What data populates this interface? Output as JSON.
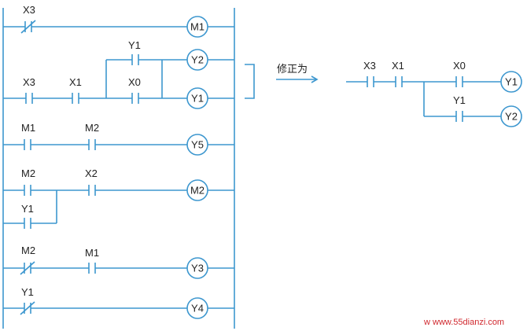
{
  "left_diagram": {
    "rungs": [
      {
        "contacts": [
          {
            "label": "X3",
            "type": "NC"
          }
        ],
        "coil": "M1"
      },
      {
        "contacts": [
          {
            "label": "Y1",
            "type": "NO"
          }
        ],
        "coil": "Y2"
      },
      {
        "contacts": [
          {
            "label": "X3",
            "type": "NO"
          },
          {
            "label": "X1",
            "type": "NO"
          },
          {
            "label": "X0",
            "type": "NO"
          }
        ],
        "coil": "Y1"
      },
      {
        "contacts": [
          {
            "label": "M1",
            "type": "NO"
          },
          {
            "label": "M2",
            "type": "NO"
          }
        ],
        "coil": "Y5"
      },
      {
        "contacts": [
          {
            "label": "M2",
            "type": "NO"
          },
          {
            "label": "X2",
            "type": "NO"
          }
        ],
        "coil": "M2"
      },
      {
        "contacts": [
          {
            "label": "Y1",
            "type": "NO"
          }
        ],
        "coil": ""
      },
      {
        "contacts": [
          {
            "label": "M2",
            "type": "NC"
          },
          {
            "label": "M1",
            "type": "NO"
          }
        ],
        "coil": "Y3"
      },
      {
        "contacts": [
          {
            "label": "Y1",
            "type": "NC"
          }
        ],
        "coil": "Y4"
      }
    ]
  },
  "arrow_label": "修正为",
  "right_diagram": {
    "contacts": [
      {
        "label": "X3",
        "type": "NO"
      },
      {
        "label": "X1",
        "type": "NO"
      },
      {
        "label": "X0",
        "type": "NO"
      },
      {
        "label": "Y1",
        "type": "NO"
      }
    ],
    "coils": [
      "Y1",
      "Y2"
    ]
  },
  "watermark": "w www.55dianzi.com",
  "colors": {
    "line": "#3d97cf",
    "text": "#222222",
    "watermark": "#d0282e"
  }
}
